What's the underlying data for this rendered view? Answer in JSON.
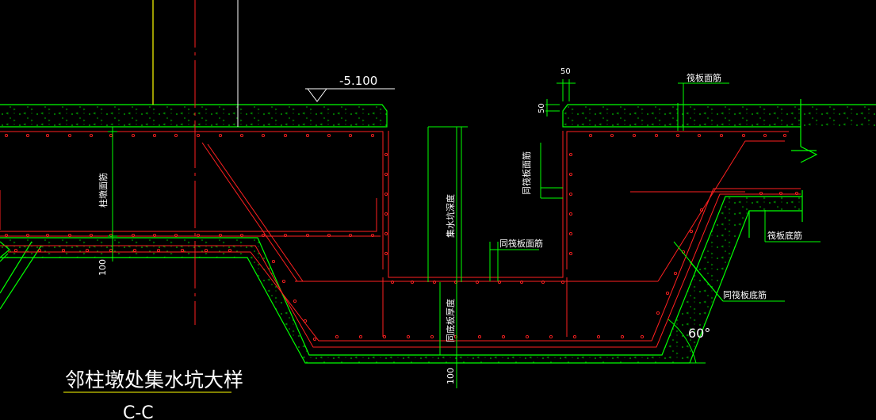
{
  "drawing": {
    "title": "邻柱墩处集水坑大样",
    "section": "C-C"
  },
  "annotations": {
    "elevation": "-5.100",
    "dim_50_top": "50",
    "dim_50_side": "50",
    "raft_top_rebar": "筏板面筋",
    "raft_bottom_rebar": "筏板底筋",
    "same_raft_top_rebar_a": "同筏板面筋",
    "same_raft_top_rebar_b": "同筏板面筋",
    "same_raft_bottom_rebar": "同筏板底筋",
    "pier_top_rebar": "柱墩面筋",
    "pit_depth": "集水坑深度",
    "same_bottom_thickness": "同底板厚度",
    "dim_100_left": "100",
    "dim_100_bottom": "100",
    "angle": "60°"
  },
  "colors": {
    "background": "#000000",
    "concrete": "#00ff00",
    "rebar": "#ff2020",
    "leader": "#ffffff",
    "column": "#ffff00"
  }
}
